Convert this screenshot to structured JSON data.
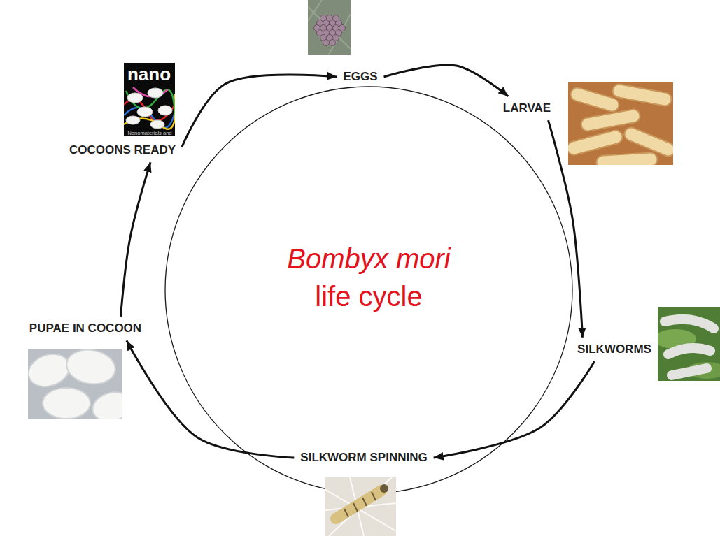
{
  "diagram": {
    "nodes": [
      {
        "text": [
          "Bombyx mori",
          "life cycle"
        ]
      },
      {
        "text": [
          "EGGS"
        ]
      },
      {
        "text": [
          "LARVAE"
        ]
      },
      {
        "text": [
          "SILKWORMS"
        ]
      },
      {
        "text": [
          "SILKWORM SPINNING"
        ]
      },
      {
        "text": [
          "PUPAE IN COCOON"
        ]
      },
      {
        "text": [
          "COCOONS READY"
        ]
      }
    ],
    "edges": [
      {
        "from": 1,
        "to": 2,
        "arrow": "to"
      },
      {
        "from": 2,
        "to": 3,
        "arrow": "to"
      },
      {
        "from": 3,
        "to": 4,
        "arrow": "to"
      },
      {
        "from": 4,
        "to": 5,
        "arrow": "to"
      },
      {
        "from": 5,
        "to": 6,
        "arrow": "to"
      },
      {
        "from": 6,
        "to": 1,
        "arrow": "to"
      }
    ],
    "labels": [
      "nano",
      "Nanomaterials and"
    ]
  }
}
